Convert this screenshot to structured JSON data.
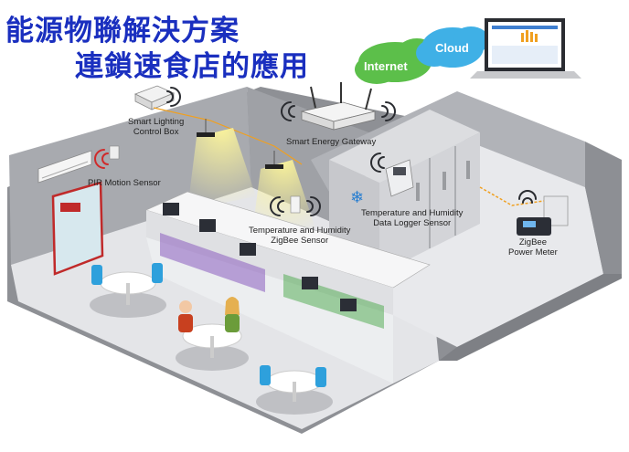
{
  "title": {
    "line1": "能源物聯解決方案",
    "line2": "連鎖速食店的應用"
  },
  "cloud": {
    "internet": "Internet",
    "cloud": "Cloud"
  },
  "labels": {
    "lighting_box": [
      "Smart Lighting",
      "Control Box"
    ],
    "gateway": "Smart Energy Gateway",
    "pir": "PIR Motion Sensor",
    "zigbee_temp": [
      "Temperature and Humidity",
      "ZigBee Sensor"
    ],
    "logger": [
      "Temperature and Humidity",
      "Data Logger Sensor"
    ],
    "power_meter": [
      "ZigBee",
      "Power Meter"
    ]
  },
  "colors": {
    "title": "#1a2fbf",
    "internet_cloud": "#5cbf4a",
    "cloud": "#3fb0e6",
    "wall": "#9a9ca2",
    "floor": "#e9eaec",
    "chair": "#2ea0dc",
    "wire": "#f0a020"
  }
}
